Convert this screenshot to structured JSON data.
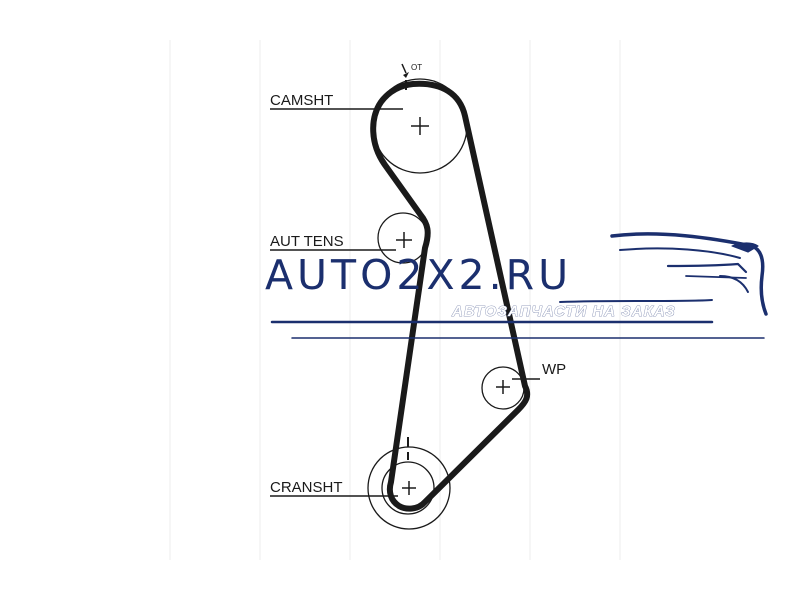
{
  "diagram": {
    "labels": {
      "camshaft": "CAMSHT",
      "auto_tensioner": "AUT TENS",
      "water_pump": "WP",
      "crankshaft": "CRANSHT",
      "timing_mark": "OT"
    }
  },
  "watermark": {
    "brand": "AUTO2X2.RU",
    "tagline": "АВТОЗАПЧАСТИ НА ЗАКАЗ"
  },
  "colors": {
    "line": "#1a1a1a",
    "brand": "#1b2f6e",
    "background": "#ffffff"
  },
  "icons": {
    "watermark_logo": "car-silhouette-icon"
  }
}
